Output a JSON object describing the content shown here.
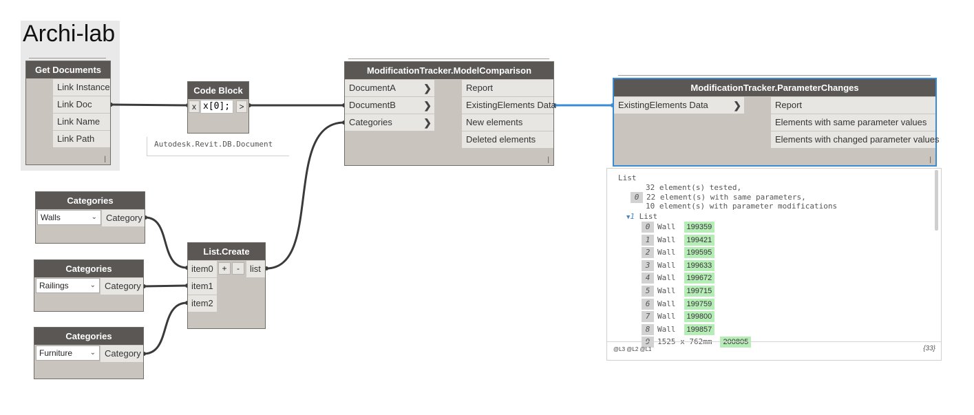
{
  "group": {
    "title": "Archi-lab"
  },
  "nodes": {
    "get_documents": {
      "title": "Get Documents",
      "outputs": [
        "Link Instance",
        "Link Doc",
        "Link Name",
        "Link Path"
      ]
    },
    "code_block": {
      "title": "Code Block",
      "input_label": "x",
      "code": "x[0];",
      "output_label": ">",
      "preview": "Autodesk.Revit.DB.Document"
    },
    "model_comparison": {
      "title": "ModificationTracker.ModelComparison",
      "inputs": [
        "DocumentA",
        "DocumentB",
        "Categories"
      ],
      "outputs": [
        "Report",
        "ExistingElements Data",
        "New elements",
        "Deleted elements"
      ]
    },
    "parameter_changes": {
      "title": "ModificationTracker.ParameterChanges",
      "inputs": [
        "ExistingElements Data"
      ],
      "outputs": [
        "Report",
        "Elements with same parameter values",
        "Elements with changed parameter values"
      ]
    },
    "categories": [
      {
        "title": "Categories",
        "selected": "Walls",
        "output": "Category"
      },
      {
        "title": "Categories",
        "selected": "Railings",
        "output": "Category"
      },
      {
        "title": "Categories",
        "selected": "Furniture",
        "output": "Category"
      }
    ],
    "list_create": {
      "title": "List.Create",
      "inputs": [
        "item0",
        "item1",
        "item2"
      ],
      "add_label": "+",
      "remove_label": "-",
      "output": "list"
    }
  },
  "watch": {
    "root": "List",
    "report_index": "0",
    "report_lines": [
      "32 element(s) tested,",
      "22 element(s) with same parameters,",
      "10 element(s) with parameter modifications"
    ],
    "sub_index": "1",
    "sub_label": "List",
    "rows": [
      {
        "i": "0",
        "type": "Wall",
        "id": "199359"
      },
      {
        "i": "1",
        "type": "Wall",
        "id": "199421"
      },
      {
        "i": "2",
        "type": "Wall",
        "id": "199595"
      },
      {
        "i": "3",
        "type": "Wall",
        "id": "199633"
      },
      {
        "i": "4",
        "type": "Wall",
        "id": "199672"
      },
      {
        "i": "5",
        "type": "Wall",
        "id": "199715"
      },
      {
        "i": "6",
        "type": "Wall",
        "id": "199759"
      },
      {
        "i": "7",
        "type": "Wall",
        "id": "199800"
      },
      {
        "i": "8",
        "type": "Wall",
        "id": "199857"
      },
      {
        "i": "9",
        "type": "1525 x 762mm",
        "id": "200805"
      }
    ],
    "levels": "@L3 @L2 @L1",
    "count": "{33}"
  },
  "colors": {
    "wire": "#3a3a3a",
    "wire_selected": "#3a8bd6",
    "header": "#5a5755",
    "node_body": "#c9c4bd"
  },
  "icons": {
    "chevron": "chevron-right-icon",
    "dropdown": "chevron-down-icon",
    "resize": "resize-grip-icon",
    "expand": "triangle-down-icon"
  }
}
